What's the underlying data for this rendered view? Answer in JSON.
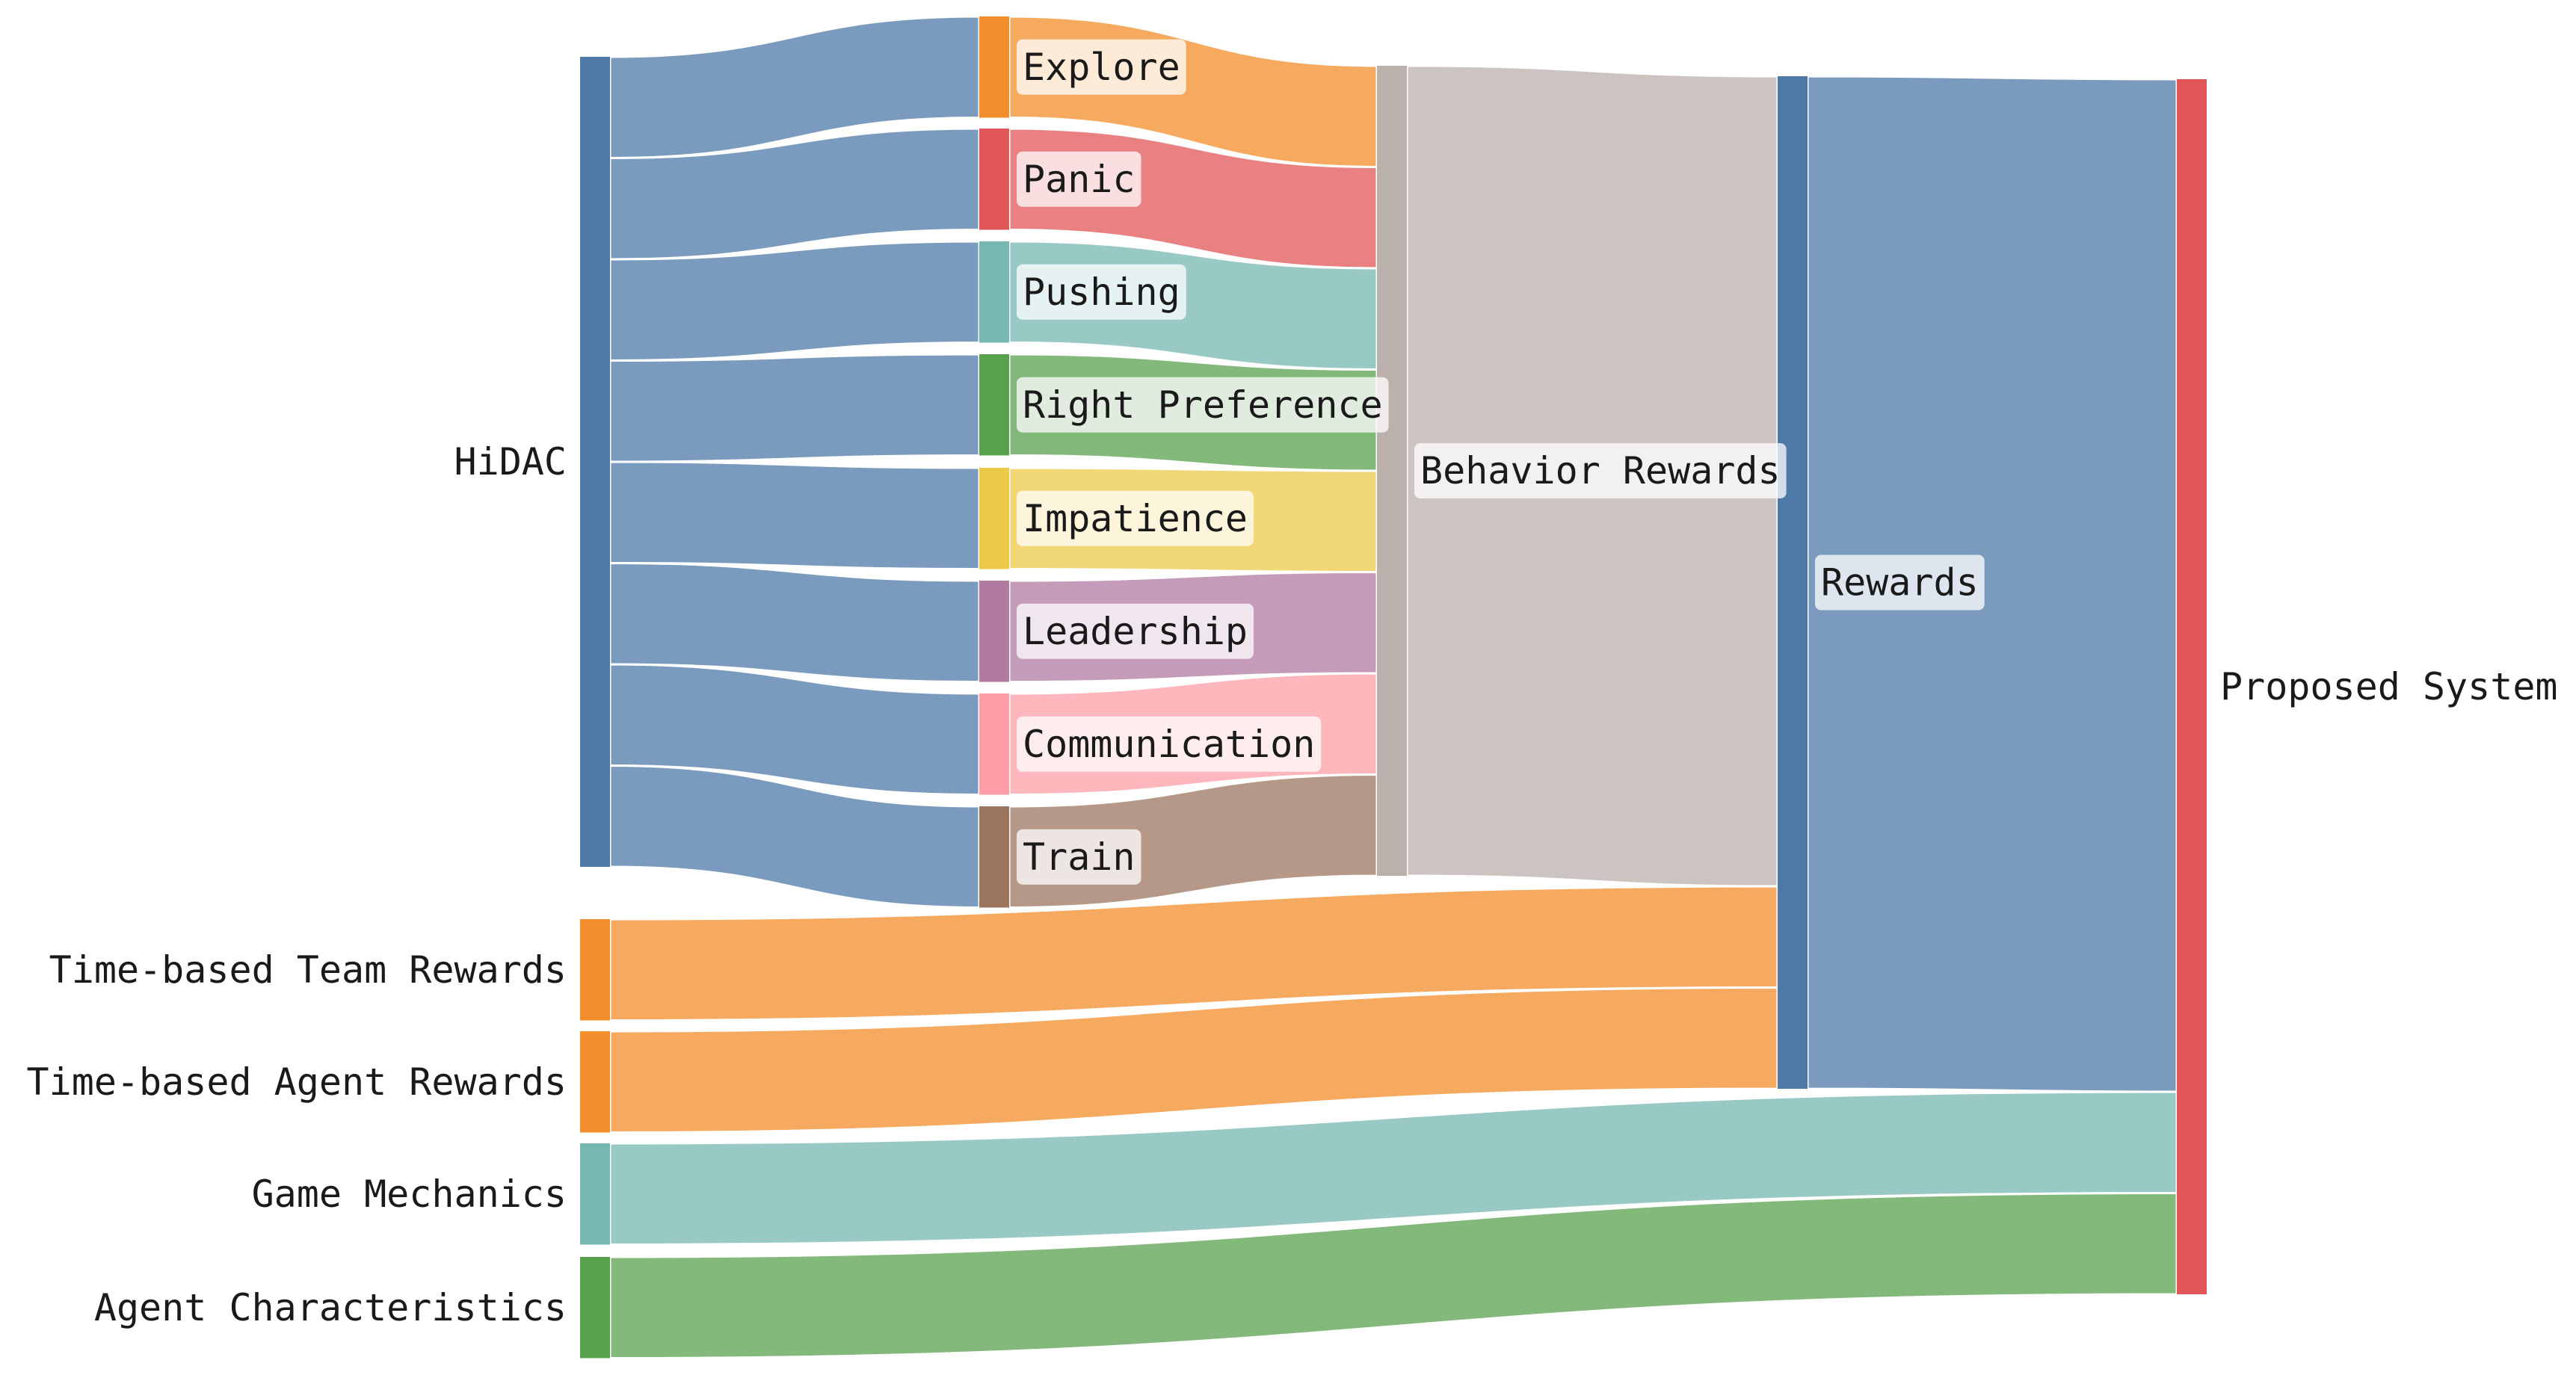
{
  "chart_data": {
    "type": "sankey",
    "nodes": [
      {
        "id": "hidac",
        "label": "HiDAC",
        "color": "#4e79a7"
      },
      {
        "id": "team_rewards",
        "label": "Time-based Team Rewards",
        "color": "#f28e2b"
      },
      {
        "id": "agent_rewards",
        "label": "Time-based Agent Rewards",
        "color": "#f28e2b"
      },
      {
        "id": "game_mechanics",
        "label": "Game Mechanics",
        "color": "#76b7b2"
      },
      {
        "id": "agent_characteristics",
        "label": "Agent Characteristics",
        "color": "#59a14f"
      },
      {
        "id": "explore",
        "label": "Explore",
        "color": "#f28e2b"
      },
      {
        "id": "panic",
        "label": "Panic",
        "color": "#e15759"
      },
      {
        "id": "pushing",
        "label": "Pushing",
        "color": "#76b7b2"
      },
      {
        "id": "right_preference",
        "label": "Right Preference",
        "color": "#59a14f"
      },
      {
        "id": "impatience",
        "label": "Impatience",
        "color": "#edc948"
      },
      {
        "id": "leadership",
        "label": "Leadership",
        "color": "#b07aa1"
      },
      {
        "id": "communication",
        "label": "Communication",
        "color": "#ff9da7"
      },
      {
        "id": "train",
        "label": "Train",
        "color": "#9c755f"
      },
      {
        "id": "behavior_rewards",
        "label": "Behavior Rewards",
        "color": "#bab0ac"
      },
      {
        "id": "rewards",
        "label": "Rewards",
        "color": "#4e79a7"
      },
      {
        "id": "proposed_system",
        "label": "Proposed System",
        "color": "#e15759"
      }
    ],
    "links": [
      {
        "source": "hidac",
        "target": "explore",
        "value": 1
      },
      {
        "source": "hidac",
        "target": "panic",
        "value": 1
      },
      {
        "source": "hidac",
        "target": "pushing",
        "value": 1
      },
      {
        "source": "hidac",
        "target": "right_preference",
        "value": 1
      },
      {
        "source": "hidac",
        "target": "impatience",
        "value": 1
      },
      {
        "source": "hidac",
        "target": "leadership",
        "value": 1
      },
      {
        "source": "hidac",
        "target": "communication",
        "value": 1
      },
      {
        "source": "hidac",
        "target": "train",
        "value": 1
      },
      {
        "source": "explore",
        "target": "behavior_rewards",
        "value": 1
      },
      {
        "source": "panic",
        "target": "behavior_rewards",
        "value": 1
      },
      {
        "source": "pushing",
        "target": "behavior_rewards",
        "value": 1
      },
      {
        "source": "right_preference",
        "target": "behavior_rewards",
        "value": 1
      },
      {
        "source": "impatience",
        "target": "behavior_rewards",
        "value": 1
      },
      {
        "source": "leadership",
        "target": "behavior_rewards",
        "value": 1
      },
      {
        "source": "communication",
        "target": "behavior_rewards",
        "value": 1
      },
      {
        "source": "train",
        "target": "behavior_rewards",
        "value": 1
      },
      {
        "source": "behavior_rewards",
        "target": "rewards",
        "value": 8
      },
      {
        "source": "team_rewards",
        "target": "rewards",
        "value": 1
      },
      {
        "source": "agent_rewards",
        "target": "rewards",
        "value": 1
      },
      {
        "source": "rewards",
        "target": "proposed_system",
        "value": 10
      },
      {
        "source": "game_mechanics",
        "target": "proposed_system",
        "value": 1
      },
      {
        "source": "agent_characteristics",
        "target": "proposed_system",
        "value": 1
      }
    ]
  }
}
